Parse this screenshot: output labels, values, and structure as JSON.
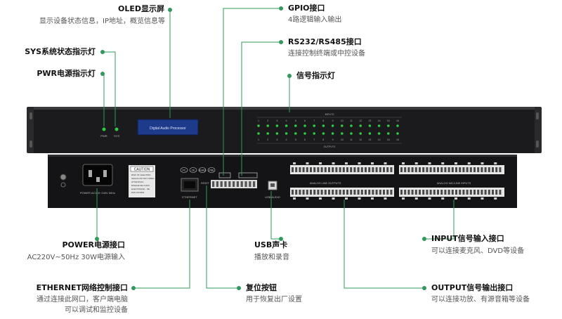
{
  "device": {
    "front_display_text": "Digital Audio Processor",
    "front_top_label": "INPUTS",
    "front_bottom_label": "OUTPUTS",
    "channel_numbers": [
      "1",
      "2",
      "3",
      "4",
      "5",
      "6",
      "7",
      "8",
      "9",
      "10",
      "11",
      "12",
      "13",
      "14",
      "15",
      "16"
    ],
    "pwr_led_label": "PWR",
    "sys_led_label": "SYS",
    "rear_power_text": "POWER AC100~240V 50Hz",
    "rear_caution_title": "CAUTION",
    "rear_caution_lines": [
      "RISK OF ELECTRIC",
      "SHOCK DO NOT OPEN",
      "ATTENTION:",
      "RISQUE DE CHOC",
      "ELECTRIQUE - NE",
      "PAS OUVRIR"
    ],
    "rear_ethernet_label": "ETHERNET",
    "rear_reset_label": "RESET",
    "rear_usb_label": "USB AUDIO",
    "rear_outputs_label": "ANALOG LINE OUTPUTS",
    "rear_inputs_label": "ANALOG MIC/LINE INPUTS",
    "rear_logos": [
      "FC",
      "CE",
      "RoHS",
      "PSE"
    ]
  },
  "callouts": {
    "oled": {
      "title": "OLED显示屏",
      "desc": "显示设备状态信息，IP地址，概览信息等"
    },
    "sys": {
      "title": "SYS系统状态指示灯"
    },
    "pwr": {
      "title": "PWR电源指示灯"
    },
    "gpio": {
      "title": "GPIO接口",
      "desc": "4路逻辑输入输出"
    },
    "rs232": {
      "title": "RS232/RS485接口",
      "desc": "连接控制终端或中控设备"
    },
    "signal": {
      "title": "信号指示灯"
    },
    "power": {
      "title": "POWER电源接口",
      "desc": "AC220V~50Hz 30W电源输入"
    },
    "usb": {
      "title": "USB声卡",
      "desc": "播放和录音"
    },
    "input": {
      "title": "INPUT信号输入接口",
      "desc": "可以连接麦克风、DVD等设备"
    },
    "ethernet": {
      "title": "ETHERNET网络控制接口",
      "desc1": "通过连接此网口，客户端电脑",
      "desc2": "可以调试和监控设备"
    },
    "reset": {
      "title": "复位按钮",
      "desc": "用于恢复出厂设置"
    },
    "output": {
      "title": "OUTPUT信号输出接口",
      "desc": "可以连接功放、有源音箱等设备"
    }
  },
  "colors": {
    "accent": "#2f9a5b",
    "chassis": "#1e1e20",
    "led": "#2ecc40",
    "display": "#1e3a8a"
  }
}
